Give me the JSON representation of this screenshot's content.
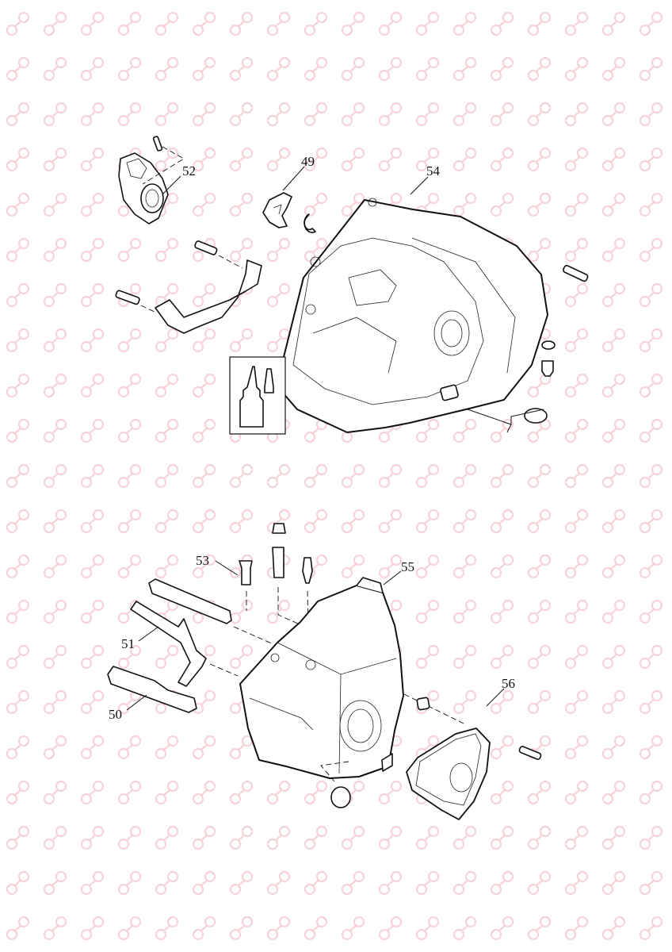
{
  "watermark": {
    "icon": "gear-link-logo-watermark",
    "color": "#f3c9cf"
  },
  "upper_assembly": {
    "callouts": [
      {
        "id": "52",
        "label": "52"
      },
      {
        "id": "49",
        "label": "49"
      },
      {
        "id": "54",
        "label": "54"
      }
    ]
  },
  "lower_assembly": {
    "callouts": [
      {
        "id": "53",
        "label": "53"
      },
      {
        "id": "55",
        "label": "55"
      },
      {
        "id": "51",
        "label": "51"
      },
      {
        "id": "50",
        "label": "50"
      },
      {
        "id": "56",
        "label": "56"
      }
    ]
  }
}
